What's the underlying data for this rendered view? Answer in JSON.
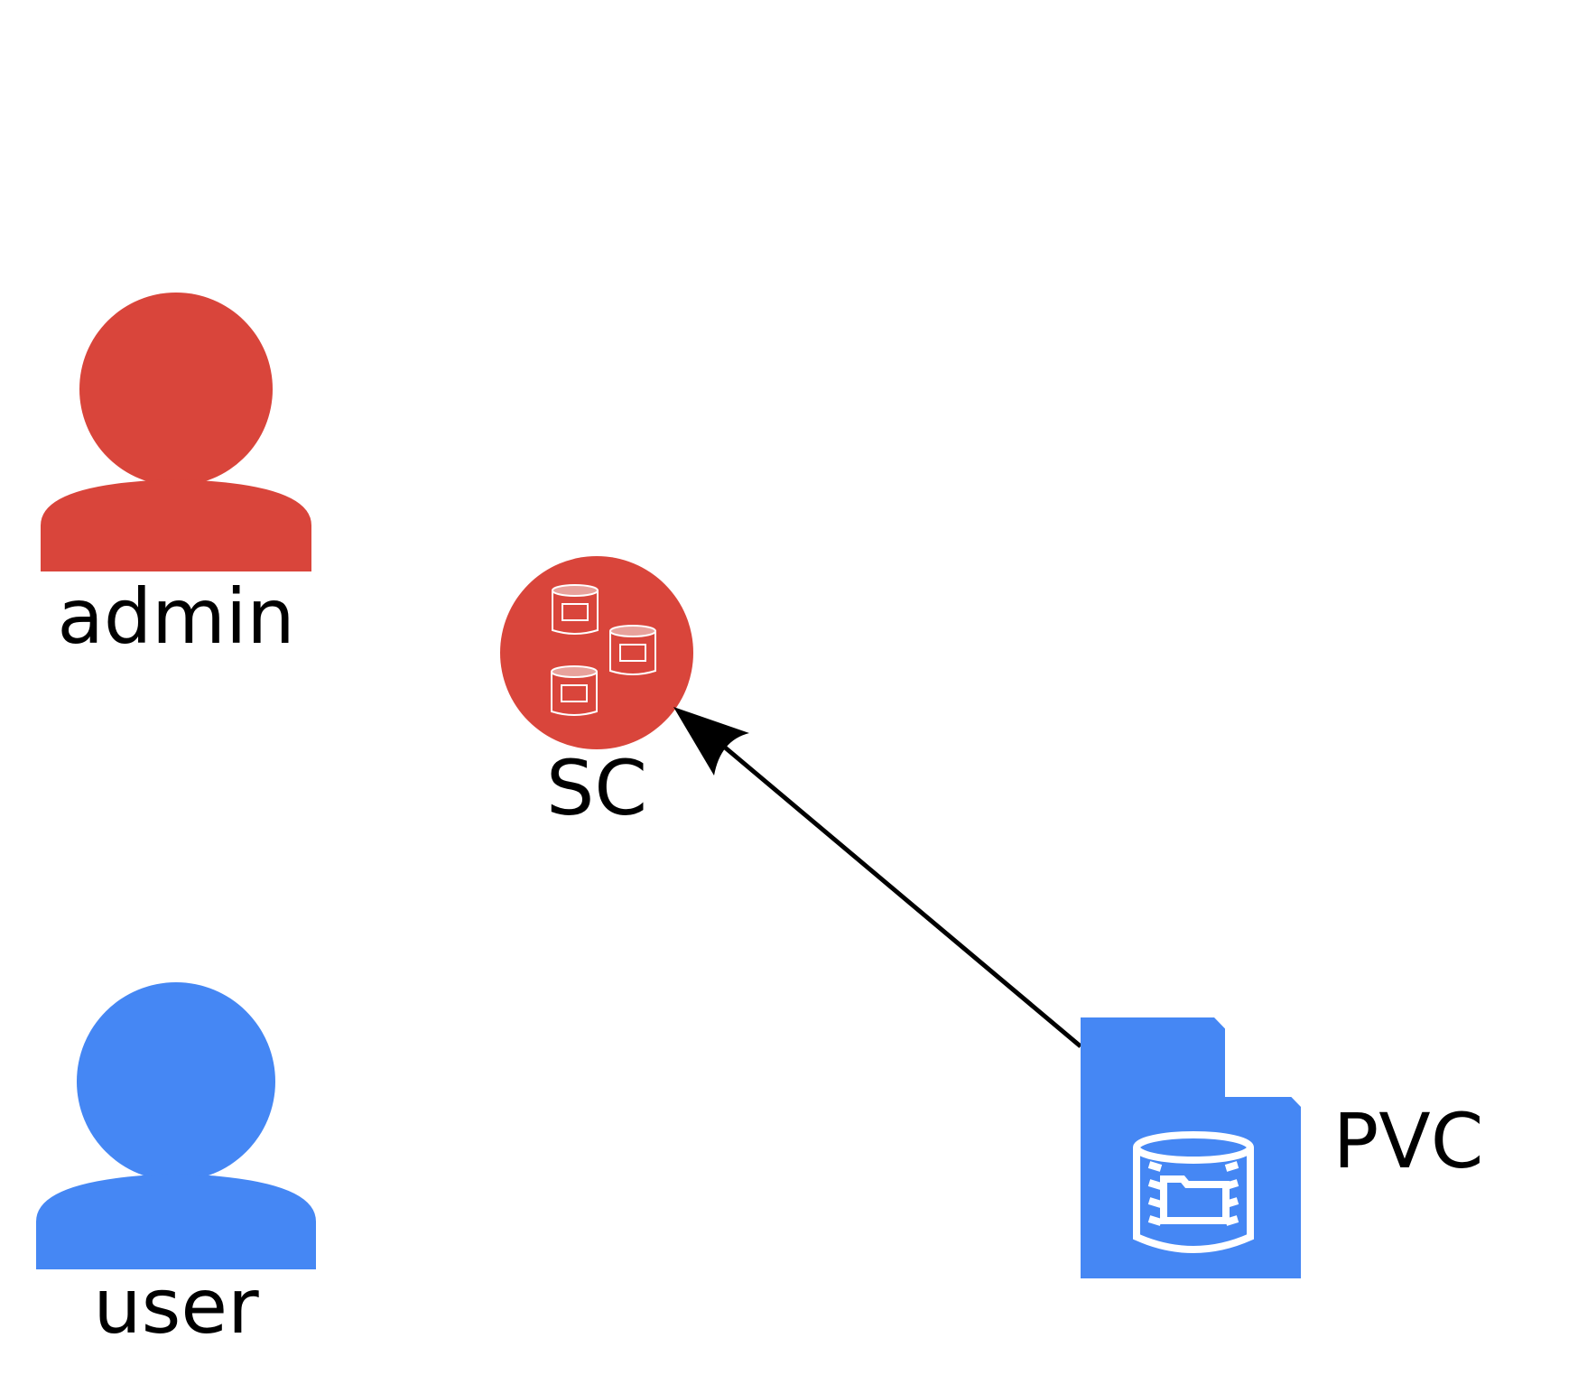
{
  "nodes": {
    "admin": {
      "label": "admin",
      "icon": "user-icon",
      "color": "#D9453B"
    },
    "user": {
      "label": "user",
      "icon": "user-icon",
      "color": "#4587F4"
    },
    "sc": {
      "label": "SC",
      "icon": "storage-class-icon",
      "color": "#D9453B"
    },
    "pvc": {
      "label": "PVC",
      "icon": "persistent-volume-claim-icon",
      "color": "#4587F4"
    }
  },
  "edges": [
    {
      "from": "PVC",
      "to": "SC"
    }
  ]
}
